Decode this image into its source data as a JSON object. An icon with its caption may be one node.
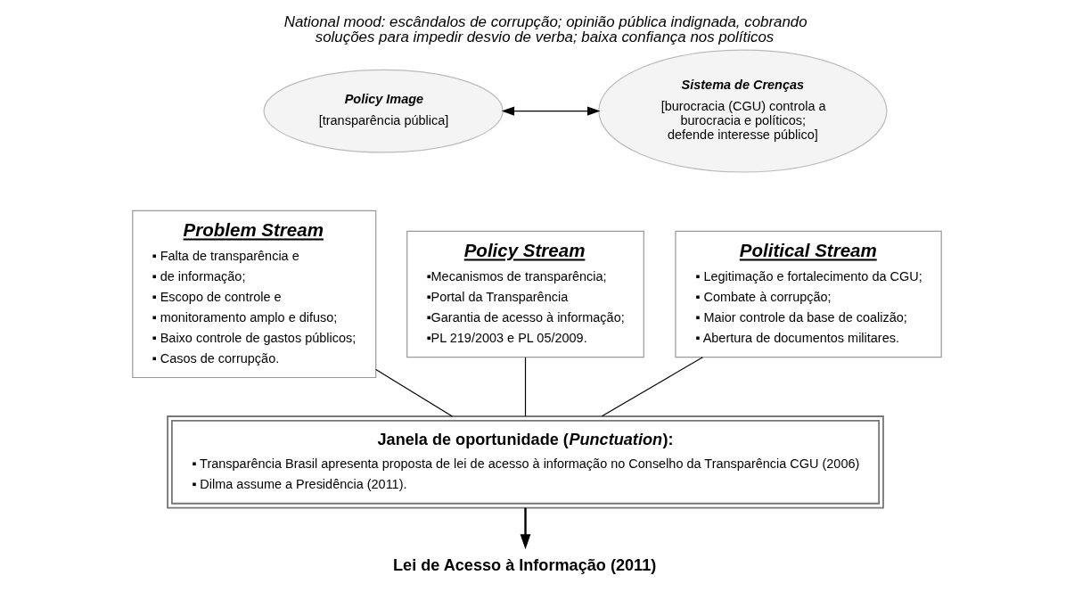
{
  "diagram": {
    "title": "National mood: escândalos de corrupção; opinião pública indignada, cobrando soluções para impedir desvio de verba; baixa confiança nos políticos",
    "nodes": [
      {
        "text": [
          "Policy Image",
          "[transparência pública]"
        ]
      },
      {
        "text": [
          "Sistema de Crenças",
          "[burocracia (CGU) controla a burocracia e políticos; defende interesse público]"
        ]
      },
      {
        "text": [
          "Problem Stream",
          "▪ Falta de transparência e",
          "▪ de informação;",
          "▪ Escopo de controle e",
          "▪ monitoramento amplo e difuso;",
          "▪ Baixo controle de gastos públicos;",
          "▪ Casos de corrupção."
        ]
      },
      {
        "text": [
          "Policy Stream",
          "▪Mecanismos de transparência;",
          "▪Portal da Transparência",
          "▪Garantia de acesso à informação;",
          "▪PL 219/2003 e PL 05/2009."
        ]
      },
      {
        "text": [
          "Political Stream",
          "▪ Legitimação e fortalecimento da CGU;",
          "▪ Combate à corrupção;",
          "▪ Maior controle da base de coalizão;",
          "▪ Abertura de documentos militares."
        ]
      },
      {
        "text": [
          "Janela de oportunidade (*Punctuation*):",
          "▪ Transparência Brasil apresenta proposta de lei de acesso à informação no Conselho da Transparência CGU (2006)",
          "▪ Dilma assume a Presidência (2011)."
        ]
      },
      {
        "text": [
          "Lei de Acesso à Informação (2011)"
        ]
      }
    ],
    "edges": [
      {
        "from": 0,
        "to": 1,
        "arrow": "both"
      },
      {
        "from": 2,
        "to": 5,
        "arrow": "none"
      },
      {
        "from": 3,
        "to": 5,
        "arrow": "none"
      },
      {
        "from": 4,
        "to": 5,
        "arrow": "none"
      },
      {
        "from": 5,
        "to": 6,
        "arrow": "to"
      }
    ]
  }
}
